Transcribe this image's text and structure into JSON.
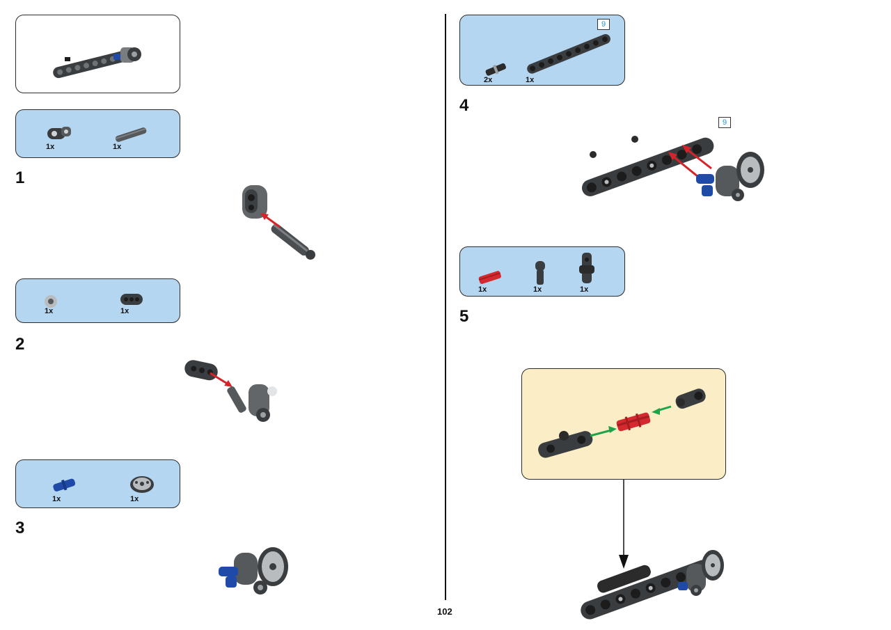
{
  "page": {
    "number": "102"
  },
  "colors": {
    "parts_bg": "#b5d6f1",
    "subassembly_bg": "#fbeec6",
    "arrow_red": "#d6232a",
    "arrow_green": "#1fa34a",
    "part_dark": "#3a3d40",
    "part_blue": "#1f4aa8",
    "part_red": "#d4292f"
  },
  "preview": {
    "icon": "beam-assembly-preview"
  },
  "steps": [
    {
      "number": "1",
      "parts": [
        {
          "name": "angle-connector",
          "qty": "1x"
        },
        {
          "name": "axle-long",
          "qty": "1x"
        }
      ]
    },
    {
      "number": "2",
      "parts": [
        {
          "name": "bush",
          "qty": "1x"
        },
        {
          "name": "beam-3-thick",
          "qty": "1x"
        }
      ]
    },
    {
      "number": "3",
      "parts": [
        {
          "name": "blue-axle-pin",
          "qty": "1x"
        },
        {
          "name": "gear-hub",
          "qty": "1x"
        }
      ]
    },
    {
      "number": "4",
      "parts": [
        {
          "name": "friction-pin",
          "qty": "2x"
        },
        {
          "name": "beam-9",
          "qty": "1x"
        }
      ],
      "part_length": "9",
      "model_length": "9"
    },
    {
      "number": "5",
      "parts": [
        {
          "name": "red-axle-2",
          "qty": "1x"
        },
        {
          "name": "connector",
          "qty": "1x"
        },
        {
          "name": "cross-block",
          "qty": "1x"
        }
      ]
    }
  ]
}
